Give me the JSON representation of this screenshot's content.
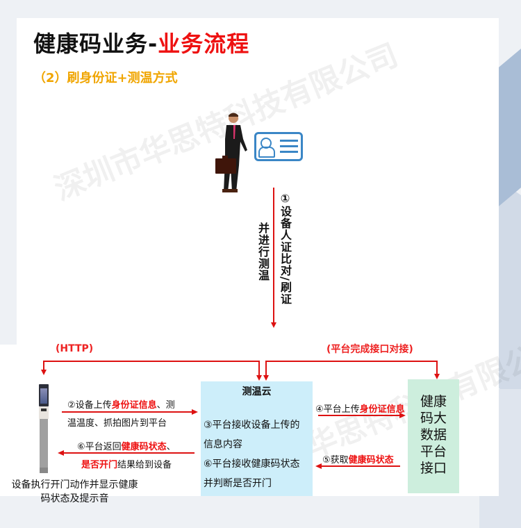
{
  "slide": {
    "title_main": "健康码业务-",
    "title_accent": "业务流程",
    "subtitle": "（2）刷身份证+测温方式",
    "watermark": "深圳市华思特科技有限公司"
  },
  "step1": {
    "label_right": "①设备人证比对/刷证",
    "label_left": "并进行测温"
  },
  "connectors": {
    "http_label": "(HTTP)",
    "platform_label": "(平台完成接口对接)"
  },
  "device": {
    "caption_line1": "设备执行开门动作并显示健康",
    "caption_line2": "码状态及提示音"
  },
  "step2": {
    "prefix": "②设备上传",
    "highlight": "身份证信息",
    "suffix": "、测",
    "line2": "温温度、抓拍图片到平台"
  },
  "step6_return": {
    "prefix": "⑥平台返回",
    "highlight1": "健康码状态",
    "suffix1": "、",
    "highlight2": "是否开门",
    "suffix2": "结果给到设备"
  },
  "cloud": {
    "title": "测温云",
    "lines": [
      "③平台接收设备上传的",
      "信息内容",
      "⑥平台接收健康码状态",
      "并判断是否开门"
    ]
  },
  "step4": {
    "prefix": "④平台上传",
    "highlight": "身份证信息"
  },
  "step5": {
    "prefix": "⑤获取",
    "highlight": "健康码状态"
  },
  "platform": {
    "lines": [
      "健康",
      "码大",
      "数据",
      "平台",
      "接口"
    ]
  },
  "colors": {
    "accent_red": "#ee1111",
    "subtitle_orange": "#f0a500",
    "cloud_bg": "#cdeefa",
    "platform_bg": "#cdeedd",
    "id_card_blue": "#3a86c6"
  }
}
